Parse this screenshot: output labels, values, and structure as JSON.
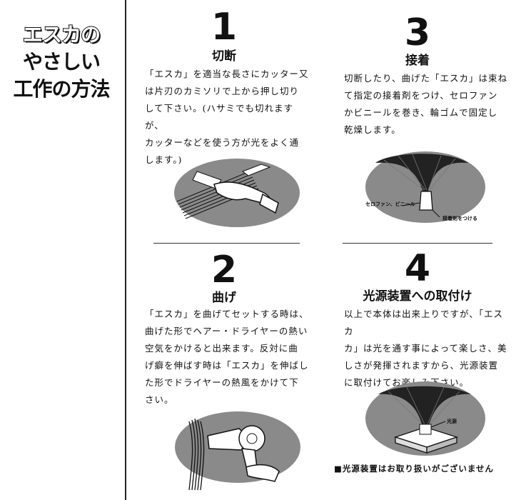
{
  "title": {
    "line1": "エスカの",
    "line2": "やさしい",
    "line3": "工作の方法"
  },
  "steps": [
    {
      "number": "1",
      "heading": "切断",
      "lines": [
        "「エスカ」を適当な長さにカッター又",
        "は片刃のカミソリで上から押し切り",
        "して下さい。(ハサミでも切れますが、",
        "カッターなどを使う方が光をよく通",
        "します。)"
      ]
    },
    {
      "number": "2",
      "heading": "曲げ",
      "lines": [
        "「エスカ」を曲げてセットする時は、",
        "曲げた形でヘアー・ドライヤーの熱い",
        "空気をかけると出来ます。反対に曲",
        "げ癖を伸ばす時は「エスカ」を伸ばし",
        "た形でドライヤーの熱風をかけて下",
        "さい。"
      ]
    },
    {
      "number": "3",
      "heading": "接着",
      "lines": [
        "切断したり、曲げた「エスカ」は束ね",
        "て指定の接着剤をつけ、セロファン",
        "かビニールを巻き、輪ゴムで固定し",
        "乾燥します。"
      ],
      "label_wrap": "セロファン、ビニール",
      "label_glue": "接着剤をつける"
    },
    {
      "number": "4",
      "heading": "光源装置への取付け",
      "lines": [
        "以上で本体は出来上りですが、「エスカ",
        "カ」は光を通す事によって楽しさ、美",
        "しさが発揮されますから、光源装置",
        "に取付けてお楽しみ下さい。"
      ],
      "label_light": "光源"
    }
  ],
  "footnote": "■光源装置はお取り扱いがございません",
  "colors": {
    "ink": "#111111",
    "ellipse": "#8a8a8a",
    "ellipse_dark": "#6d6d6d"
  }
}
